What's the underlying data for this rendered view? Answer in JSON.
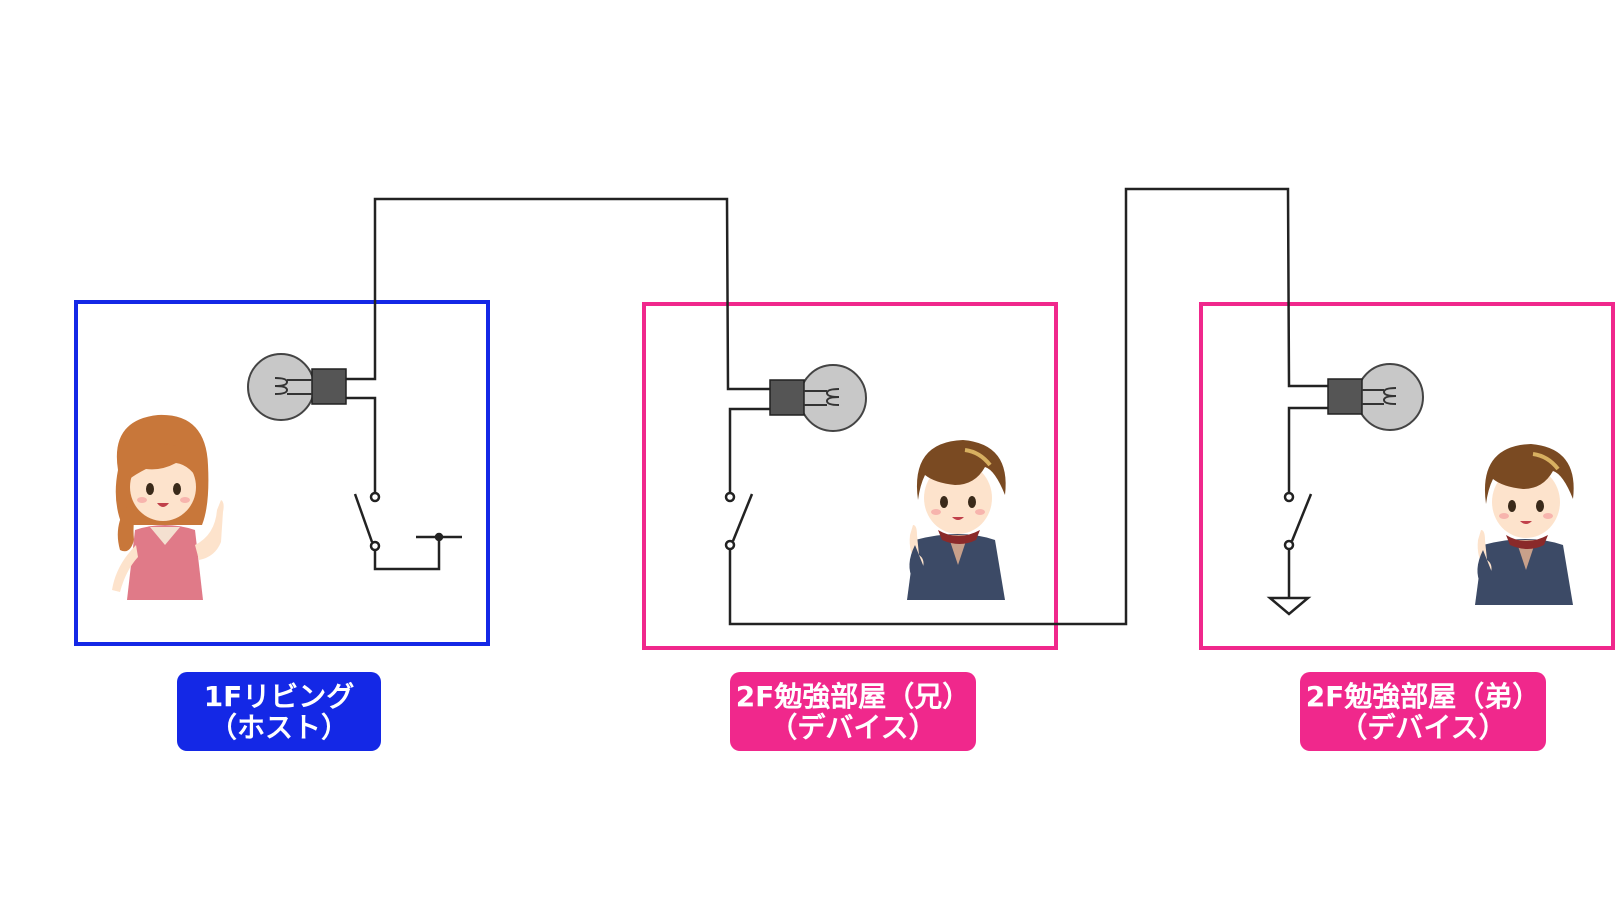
{
  "colors": {
    "host": "#1428e6",
    "device": "#f0288c",
    "wire": "#222222",
    "bulb_glass": "#c8c8c8",
    "bulb_socket": "#555555"
  },
  "rooms": [
    {
      "line1": "1Fリビング",
      "line2": "（ホスト）",
      "role": "host",
      "character": "girl"
    },
    {
      "line1": "2F勉強部屋（兄）",
      "line2": "（デバイス）",
      "role": "device",
      "character": "boy"
    },
    {
      "line1": "2F勉強部屋（弟）",
      "line2": "（デバイス）",
      "role": "device",
      "character": "boy"
    }
  ]
}
